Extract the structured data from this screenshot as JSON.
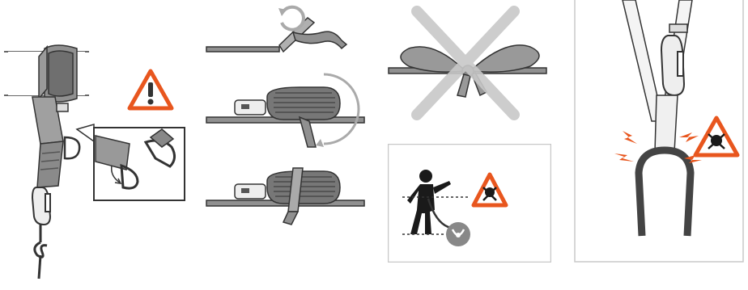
{
  "colors": {
    "warning_orange": "#e8561e",
    "strap_gray": "#8f8f8f",
    "strap_dark": "#3a3a3a",
    "prohibit_gray": "#cccccc",
    "panel_border": "#c8c8c8"
  },
  "panels": [
    {
      "id": "sling-anchor-detail",
      "icons": [
        "warning-triangle-icon",
        "d-ring-detail-inset"
      ]
    },
    {
      "id": "sling-storage-steps",
      "steps": [
        "roll-strap",
        "coil-strap",
        "secure-coil"
      ]
    },
    {
      "id": "knot-prohibited",
      "icons": [
        "prohibited-x-icon"
      ]
    },
    {
      "id": "fall-factor-warning",
      "icons": [
        "danger-skull-icon",
        "no-slack-icon"
      ]
    },
    {
      "id": "sharp-edge-warning",
      "icons": [
        "danger-skull-icon",
        "impact-spark-icon"
      ]
    }
  ]
}
